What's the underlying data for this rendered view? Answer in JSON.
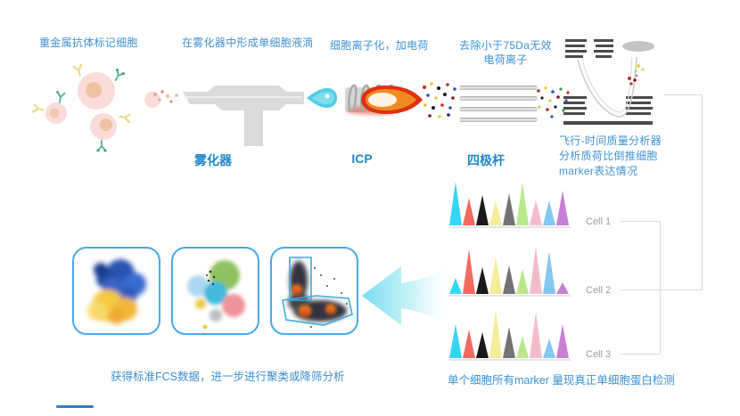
{
  "steps": {
    "step1": "重金属抗体标记细胞",
    "step2": "在雾化器中形成单细胞液滴",
    "step3": "细胞离子化，加电荷",
    "step4": "去除小于75Da无效\n电荷离子",
    "tof": "飞行-时间质量分析器\n分析质荷比倒推细胞\nmarker表达情况"
  },
  "device_labels": {
    "nebulizer": "雾化器",
    "icp": "ICP",
    "quadrupole": "四极杆"
  },
  "captions": {
    "left": "获得标准FCS数据，进一步进行聚类或降筛分析",
    "right": "单个细胞所有marker 量现真正单细胞蛋白检测"
  },
  "cell_histograms": {
    "marker_colors": [
      "#35d6f4",
      "#f2695f",
      "#1a1a1a",
      "#f6ec9a",
      "#737373",
      "#b8ea8c",
      "#f3bcca",
      "#84c7f2",
      "#c77fd4"
    ],
    "rows": [
      {
        "label": "Cell 1",
        "heights": [
          49,
          31,
          34,
          28,
          36,
          48,
          29,
          28,
          39
        ]
      },
      {
        "label": "Cell 2",
        "heights": [
          18,
          50,
          30,
          42,
          32,
          28,
          53,
          48,
          13
        ]
      },
      {
        "label": "Cell 3",
        "heights": [
          38,
          32,
          29,
          54,
          35,
          25,
          52,
          22,
          38
        ]
      }
    ]
  },
  "colors": {
    "accent_blue": "#3e93d4",
    "device_label_blue": "#2186c8",
    "box_border": "#4aa9e9",
    "bracket_gray": "#dcdcdc",
    "cell_label_gray": "#9c9c9c"
  }
}
